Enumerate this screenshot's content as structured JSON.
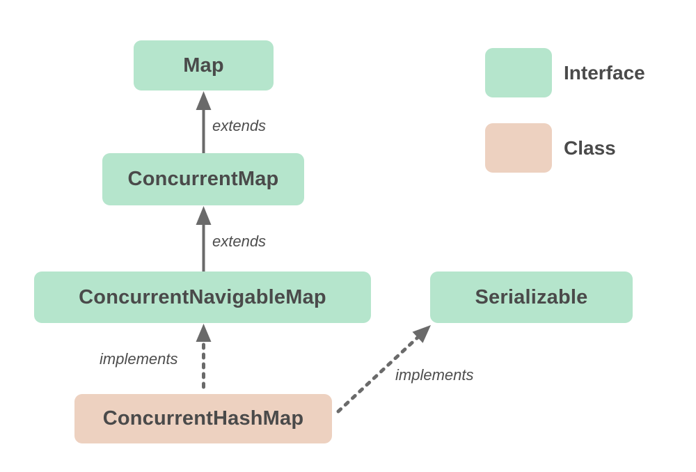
{
  "diagram": {
    "title": "",
    "nodes": {
      "map": {
        "label": "Map",
        "type": "interface"
      },
      "concurrent_map": {
        "label": "ConcurrentMap",
        "type": "interface"
      },
      "concurrent_navigable_map": {
        "label": "ConcurrentNavigableMap",
        "type": "interface"
      },
      "serializable": {
        "label": "Serializable",
        "type": "interface"
      },
      "concurrent_hash_map": {
        "label": "ConcurrentHashMap",
        "type": "class"
      }
    },
    "edges": [
      {
        "from": "ConcurrentMap",
        "to": "Map",
        "label": "extends",
        "style": "solid"
      },
      {
        "from": "ConcurrentNavigableMap",
        "to": "ConcurrentMap",
        "label": "extends",
        "style": "solid"
      },
      {
        "from": "ConcurrentHashMap",
        "to": "ConcurrentNavigableMap",
        "label": "implements",
        "style": "dashed"
      },
      {
        "from": "ConcurrentHashMap",
        "to": "Serializable",
        "label": "implements",
        "style": "dashed"
      }
    ],
    "legend": {
      "interface": {
        "label": "Interface",
        "color": "#b5e5cc"
      },
      "class": {
        "label": "Class",
        "color": "#edd1c0"
      }
    }
  },
  "colors": {
    "interface-fill": "#b5e5cc",
    "class-fill": "#edd1c0",
    "node-text": "#4a4a4a",
    "edge": "#6a6a6a",
    "edge-label": "#4d4d4d",
    "background": "#ffffff"
  }
}
